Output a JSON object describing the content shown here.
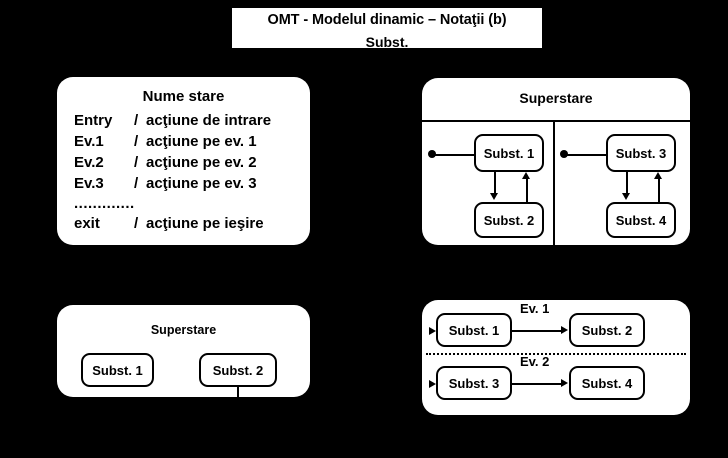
{
  "title": {
    "main": "OMT - Modelul dinamic – Notaţii (b)",
    "clipped_sub": "Subst."
  },
  "state_panel": {
    "name": "Nume stare",
    "rows": [
      {
        "trigger": "Entry",
        "sep": "/",
        "action": "acţiune de intrare"
      },
      {
        "trigger": "Ev.1",
        "sep": "/",
        "action": "acţiune pe ev. 1"
      },
      {
        "trigger": "Ev.2",
        "sep": "/",
        "action": "acţiune pe ev. 2"
      },
      {
        "trigger": "Ev.3",
        "sep": "/",
        "action": "acţiune pe ev. 3"
      }
    ],
    "ellipsis": ".............",
    "exit_row": {
      "trigger": "exit",
      "sep": "/",
      "action": "acţiune pe ieşire"
    }
  },
  "concurrent_panel": {
    "title": "Superstare",
    "region_left": {
      "top_state": "Subst. 1",
      "bottom_state": "Subst. 2"
    },
    "region_right": {
      "top_state": "Subst. 3",
      "bottom_state": "Subst. 4"
    }
  },
  "superstate_panel": {
    "title": "Superstare",
    "states": [
      "Subst. 1",
      "Subst. 2"
    ]
  },
  "events_panel": {
    "region_top": {
      "source": "Subst. 1",
      "event": "Ev. 1",
      "target": "Subst. 2"
    },
    "region_bottom": {
      "source": "Subst. 3",
      "event": "Ev. 2",
      "target": "Subst. 4"
    }
  },
  "colors": {
    "background": "#000000",
    "panel": "#ffffff",
    "stroke": "#000000"
  }
}
